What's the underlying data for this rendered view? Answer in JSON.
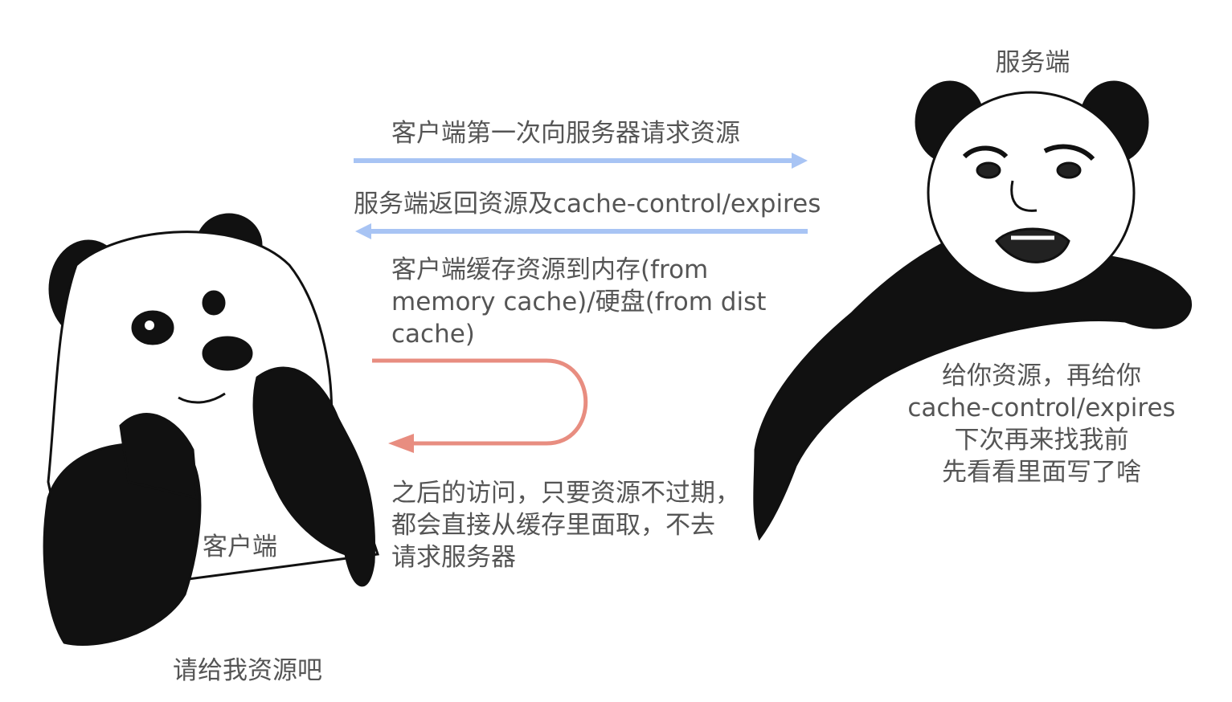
{
  "server": {
    "title": "服务端",
    "reply": "给你资源，再给你\ncache-control/expires\n下次再来找我前\n先看看里面写了啥"
  },
  "client": {
    "title": "客户端",
    "caption": "请给我资源吧"
  },
  "steps": {
    "first_request": "客户端第一次向服务器请求资源",
    "server_response": "服务端返回资源及cache-control/expires",
    "client_cache": "客户端缓存资源到内存(from\nmemory cache)/硬盘(from dist\ncache)",
    "later_access": "之后的访问，只要资源不过期，\n都会直接从缓存里面取，不去\n请求服务器"
  },
  "colors": {
    "request_arrow": "#a8c4f4",
    "response_arrow": "#a8c4f4",
    "cache_loop": "#e88d80",
    "text": "#555555"
  }
}
